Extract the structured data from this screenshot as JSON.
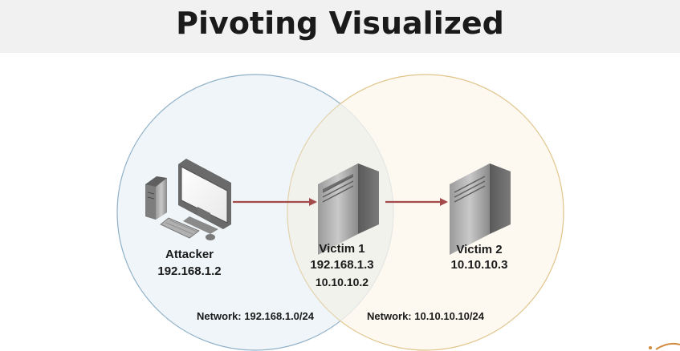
{
  "title": "Pivoting Visualized",
  "nodes": {
    "attacker": {
      "name": "Attacker",
      "ip": "192.168.1.2"
    },
    "victim1": {
      "name": "Victim 1",
      "ip1": "192.168.1.3",
      "ip2": "10.10.10.2"
    },
    "victim2": {
      "name": "Victim 2",
      "ip": "10.10.10.3"
    }
  },
  "networks": {
    "left": "Network: 192.168.1.0/24",
    "right": "Network: 10.10.10.10/24"
  },
  "colors": {
    "left_circle_fill": "#eef4f8",
    "left_circle_stroke": "#8fb0c8",
    "right_circle_fill": "#fcf7ec",
    "right_circle_stroke": "#e0c48a",
    "arrow": "#a34a4a",
    "server_dark": "#6b6b6b",
    "server_light": "#b8b8b8"
  },
  "icons": {
    "attacker": "desktop-computer-icon",
    "victim1": "server-tower-icon",
    "victim2": "server-tower-icon"
  }
}
